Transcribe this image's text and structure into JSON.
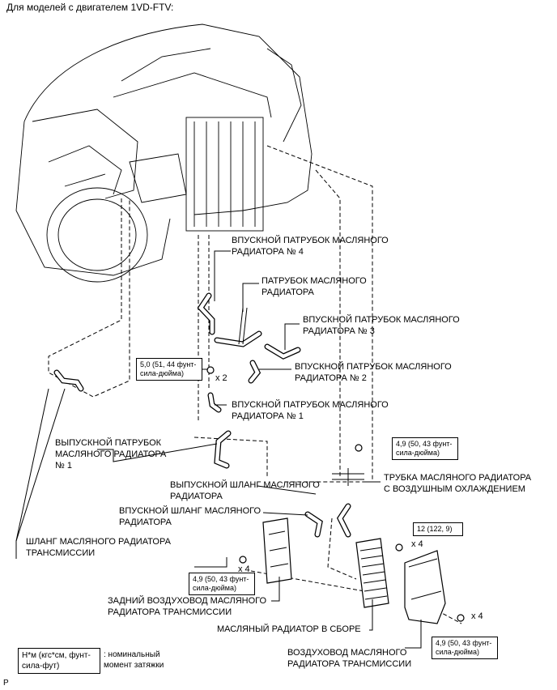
{
  "title": "Для моделей с двигателем 1VD-FTV:",
  "labels": {
    "inlet4": "ВПУСКНОЙ ПАТРУБОК МАСЛЯНОГО\nРАДИАТОРА № 4",
    "pipe": "ПАТРУБОК МАСЛЯНОГО\nРАДИАТОРА",
    "inlet3": "ВПУСКНОЙ ПАТРУБОК МАСЛЯНОГО\nРАДИАТОРА № 3",
    "inlet2": "ВПУСКНОЙ ПАТРУБОК МАСЛЯНОГО\nРАДИАТОРА № 2",
    "inlet1": "ВПУСКНОЙ ПАТРУБОК МАСЛЯНОГО\nРАДИАТОРА № 1",
    "outlet1": "ВЫПУСКНОЙ ПАТРУБОК\nМАСЛЯНОГО РАДИАТОРА\n№ 1",
    "aircooled_tube": "ТРУБКА МАСЛЯНОГО РАДИАТОРА\nС ВОЗДУШНЫМ ОХЛАЖДЕНИЕМ",
    "outlet_hose": "ВЫПУСКНОЙ ШЛАНГ МАСЛЯНОГО\nРАДИАТОРА",
    "inlet_hose": "ВПУСКНОЙ ШЛАНГ МАСЛЯНОГО\nРАДИАТОРА",
    "trans_hose": "ШЛАНГ МАСЛЯНОГО РАДИАТОРА\nТРАНСМИССИИ",
    "rear_duct": "ЗАДНИЙ ВОЗДУХОВОД МАСЛЯНОГО\nРАДИАТОРА ТРАНСМИССИИ",
    "cooler_assy": "МАСЛЯНЫЙ РАДИАТОР В СБОРЕ",
    "duct": "ВОЗДУХОВОД МАСЛЯНОГО\nРАДИАТОРА ТРАНСМИССИИ"
  },
  "torques": {
    "t50": "5,0 (51, 44 фунт-\nсила-дюйма)",
    "t49a": "4,9 (50, 43 фунт-\nсила-дюйма)",
    "t12": "12 (122, 9)",
    "t49b": "4,9 (50, 43 фунт-\nсила-дюйма)",
    "t49c": "4,9 (50, 43 фунт-\nсила-дюйма)"
  },
  "multipliers": {
    "x2": "x 2",
    "x4a": "x 4",
    "x4b": "x 4",
    "x4c": "x 4"
  },
  "legend": {
    "unit": "Н*м (кгс*см, фунт-\nсила-фут)",
    "desc": ": номинальный\nмомент затяжки"
  },
  "footer": "P"
}
